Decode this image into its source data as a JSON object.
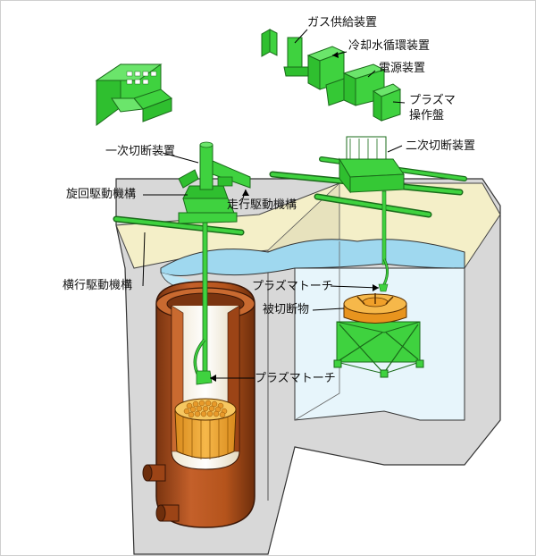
{
  "labels": {
    "gas_supply": "ガス供給装置",
    "coolant": "冷却水循環装置",
    "power": "電源装置",
    "plasma_panel": "プラズマ\n操作盤",
    "primary_cutter": "一次切断装置",
    "secondary_cutter": "二次切断装置",
    "rotation_drive": "旋回駆動機構",
    "travel_drive": "走行駆動機構",
    "traverse_drive": "横行駆動機構",
    "torch_upper": "プラズマトーチ",
    "cut_object": "被切断物",
    "torch_lower": "プラズマトーチ"
  },
  "colors": {
    "equipment_green": "#3fd23f",
    "equipment_dark": "#1a6b1a",
    "vessel_brown": "#b5541c",
    "vessel_dark": "#6e2e0c",
    "water_blue": "#bfe6f5",
    "pool_wall": "#e9f6fb",
    "core_orange": "#f0a02a",
    "floor_cream": "#f4efc8"
  }
}
